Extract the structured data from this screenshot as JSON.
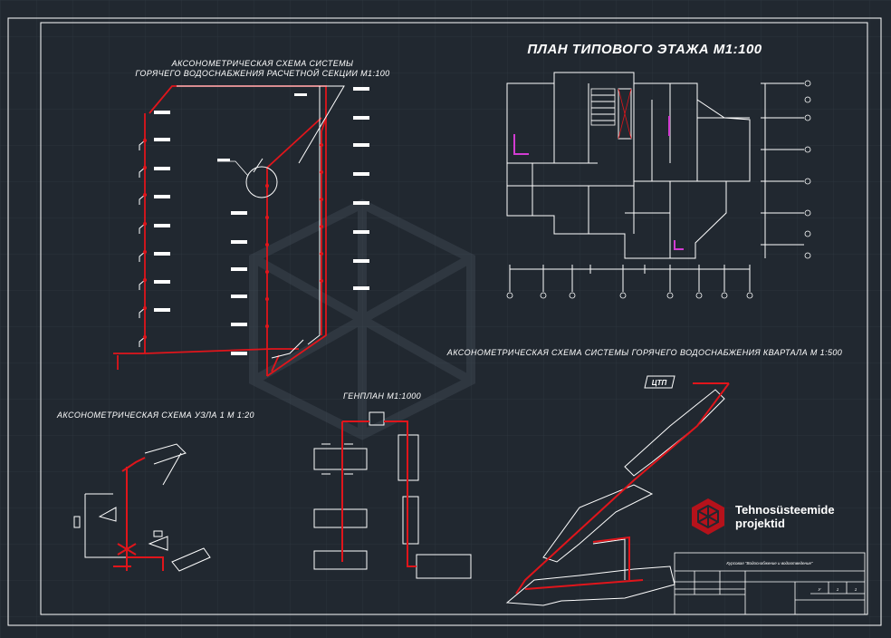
{
  "titles": {
    "riser_scheme_line1": "АКСОНОМЕТРИЧЕСКАЯ СХЕМА СИСТЕМЫ",
    "riser_scheme_line2": "ГОРЯЧЕГО ВОДОСНАБЖЕНИЯ   РАСЧЕТНОЙ СЕКЦИИ   М1:100",
    "floor_plan": "ПЛАН ТИПОВОГО ЭТАЖА М1:100",
    "quarter_scheme": "АКСОНОМЕТРИЧЕСКАЯ СХЕМА СИСТЕМЫ ГОРЯЧЕГО ВОДОСНАБЖЕНИЯ КВАРТАЛА М 1:500",
    "node_scheme": "АКСОНОМЕТРИЧЕСКАЯ СХЕМА УЗЛА 1  М 1:20",
    "site_plan": "ГЕНПЛАН   М1:1000"
  },
  "labels": {
    "heat_point": "ЦТП",
    "node_number": "1"
  },
  "brand": {
    "line1": "Tehnosüsteemide",
    "line2": "projektid"
  },
  "title_block": {
    "course": "Курсовая \"Водоснабжение и водоотведение\"",
    "stage_value": "У",
    "sheet_value": "1",
    "sheets_value": "1"
  },
  "colors": {
    "background": "#212830",
    "lines": "#ffffff",
    "pipes": "#e0151b",
    "accent": "#d23cd2",
    "brand": "#b5121b"
  }
}
